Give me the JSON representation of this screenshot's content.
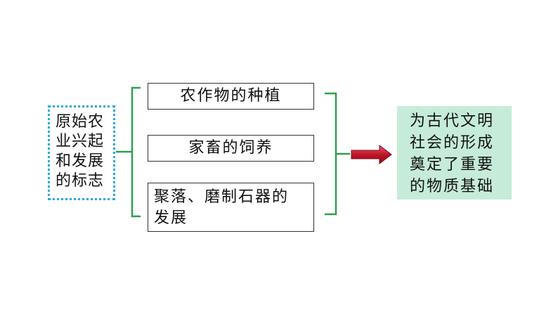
{
  "main": {
    "lines": [
      "原始农",
      "业兴起",
      "和发展",
      "的标志"
    ]
  },
  "items": [
    {
      "lines": [
        "农作物的种植"
      ]
    },
    {
      "lines": [
        "家畜的饲养"
      ]
    },
    {
      "lines": [
        "聚落、磨制石器的",
        "发展"
      ]
    }
  ],
  "result": {
    "lines": [
      "为古代文明",
      "社会的形成",
      "奠定了重要",
      "的物质基础"
    ]
  },
  "colors": {
    "bracket": "#2e9e4f",
    "arrow": "#c0142a",
    "main_border": "#2aa7d8",
    "result_fill": "#c6ecd9"
  }
}
